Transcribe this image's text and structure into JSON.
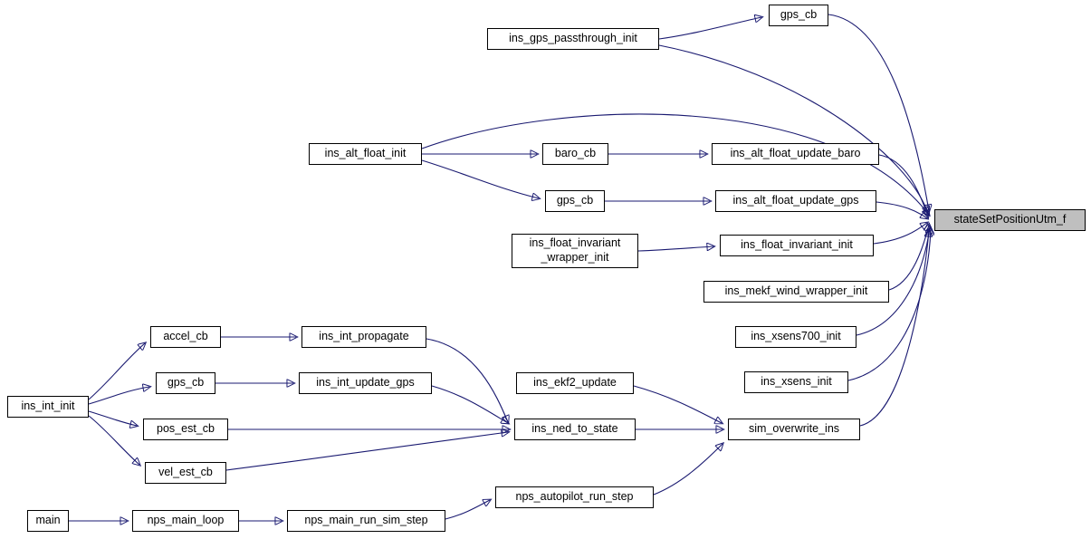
{
  "diagram": {
    "type": "doxygen-caller-graph",
    "highlighted_node": "stateSetPositionUtm_f",
    "colors": {
      "edge": "#191970",
      "node_fill": "#ffffff",
      "node_border": "#000000",
      "highlight_fill": "#bfbfbf"
    },
    "nodes": {
      "gps_cb_1": {
        "label": "gps_cb"
      },
      "ins_gps_passthrough_init": {
        "label": "ins_gps_passthrough_init"
      },
      "ins_alt_float_init": {
        "label": "ins_alt_float_init"
      },
      "baro_cb": {
        "label": "baro_cb"
      },
      "ins_alt_float_update_baro": {
        "label": "ins_alt_float_update_baro"
      },
      "gps_cb_2": {
        "label": "gps_cb"
      },
      "ins_alt_float_update_gps": {
        "label": "ins_alt_float_update_gps"
      },
      "ins_float_invariant_wrapper_init": {
        "label": "ins_float_invariant\n_wrapper_init"
      },
      "ins_float_invariant_init": {
        "label": "ins_float_invariant_init"
      },
      "ins_mekf_wind_wrapper_init": {
        "label": "ins_mekf_wind_wrapper_init"
      },
      "stateSetPositionUtm_f": {
        "label": "stateSetPositionUtm_f"
      },
      "ins_xsens700_init": {
        "label": "ins_xsens700_init"
      },
      "ins_xsens_init": {
        "label": "ins_xsens_init"
      },
      "accel_cb": {
        "label": "accel_cb"
      },
      "ins_int_propagate": {
        "label": "ins_int_propagate"
      },
      "gps_cb_3": {
        "label": "gps_cb"
      },
      "ins_int_update_gps": {
        "label": "ins_int_update_gps"
      },
      "ins_ekf2_update": {
        "label": "ins_ekf2_update"
      },
      "ins_int_init": {
        "label": "ins_int_init"
      },
      "pos_est_cb": {
        "label": "pos_est_cb"
      },
      "ins_ned_to_state": {
        "label": "ins_ned_to_state"
      },
      "sim_overwrite_ins": {
        "label": "sim_overwrite_ins"
      },
      "vel_est_cb": {
        "label": "vel_est_cb"
      },
      "nps_autopilot_run_step": {
        "label": "nps_autopilot_run_step"
      },
      "main": {
        "label": "main"
      },
      "nps_main_loop": {
        "label": "nps_main_loop"
      },
      "nps_main_run_sim_step": {
        "label": "nps_main_run_sim_step"
      }
    },
    "edges": [
      {
        "from": "ins_gps_passthrough_init",
        "to": "gps_cb_1"
      },
      {
        "from": "gps_cb_1",
        "to": "stateSetPositionUtm_f"
      },
      {
        "from": "ins_gps_passthrough_init",
        "to": "stateSetPositionUtm_f"
      },
      {
        "from": "ins_alt_float_init",
        "to": "stateSetPositionUtm_f"
      },
      {
        "from": "ins_alt_float_init",
        "to": "baro_cb"
      },
      {
        "from": "ins_alt_float_init",
        "to": "gps_cb_2"
      },
      {
        "from": "baro_cb",
        "to": "ins_alt_float_update_baro"
      },
      {
        "from": "ins_alt_float_update_baro",
        "to": "stateSetPositionUtm_f"
      },
      {
        "from": "gps_cb_2",
        "to": "ins_alt_float_update_gps"
      },
      {
        "from": "ins_alt_float_update_gps",
        "to": "stateSetPositionUtm_f"
      },
      {
        "from": "ins_float_invariant_wrapper_init",
        "to": "ins_float_invariant_init"
      },
      {
        "from": "ins_float_invariant_init",
        "to": "stateSetPositionUtm_f"
      },
      {
        "from": "ins_mekf_wind_wrapper_init",
        "to": "stateSetPositionUtm_f"
      },
      {
        "from": "ins_xsens700_init",
        "to": "stateSetPositionUtm_f"
      },
      {
        "from": "ins_xsens_init",
        "to": "stateSetPositionUtm_f"
      },
      {
        "from": "accel_cb",
        "to": "ins_int_propagate"
      },
      {
        "from": "ins_int_propagate",
        "to": "ins_ned_to_state"
      },
      {
        "from": "gps_cb_3",
        "to": "ins_int_update_gps"
      },
      {
        "from": "ins_int_update_gps",
        "to": "ins_ned_to_state"
      },
      {
        "from": "ins_int_init",
        "to": "accel_cb"
      },
      {
        "from": "ins_int_init",
        "to": "gps_cb_3"
      },
      {
        "from": "ins_int_init",
        "to": "pos_est_cb"
      },
      {
        "from": "ins_int_init",
        "to": "vel_est_cb"
      },
      {
        "from": "pos_est_cb",
        "to": "ins_ned_to_state"
      },
      {
        "from": "vel_est_cb",
        "to": "ins_ned_to_state"
      },
      {
        "from": "ins_ekf2_update",
        "to": "sim_overwrite_ins"
      },
      {
        "from": "ins_ned_to_state",
        "to": "sim_overwrite_ins"
      },
      {
        "from": "nps_autopilot_run_step",
        "to": "sim_overwrite_ins"
      },
      {
        "from": "sim_overwrite_ins",
        "to": "stateSetPositionUtm_f"
      },
      {
        "from": "main",
        "to": "nps_main_loop"
      },
      {
        "from": "nps_main_loop",
        "to": "nps_main_run_sim_step"
      },
      {
        "from": "nps_main_run_sim_step",
        "to": "nps_autopilot_run_step"
      }
    ]
  }
}
